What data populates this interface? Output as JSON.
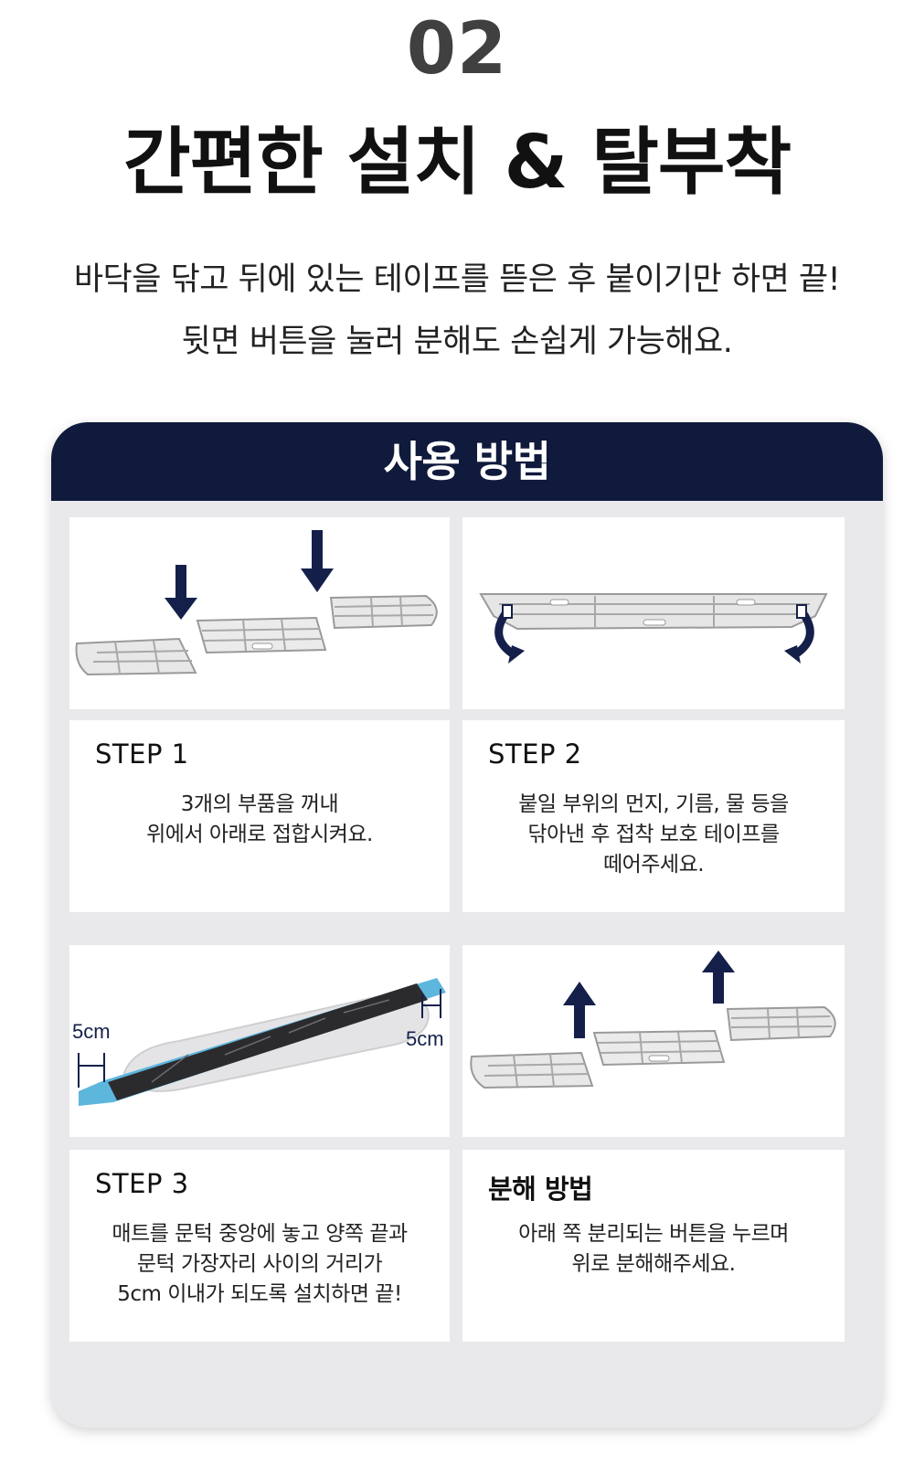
{
  "section": {
    "number": "02",
    "title": "간편한 설치 & 탈부착",
    "intro_lines": [
      "바닥을 닦고 뒤에 있는 테이프를 뜯은 후 붙이기만 하면 끝!",
      "뒷면 버튼을 눌러 분해도 손쉽게 가능해요."
    ]
  },
  "how_to": {
    "header": "사용 방법",
    "steps": [
      {
        "title": "STEP 1",
        "text": "3개의 부품을 꺼내\n위에서 아래로 접합시켜요."
      },
      {
        "title": "STEP 2",
        "text": "붙일 부위의 먼지, 기름, 물 등을\n닦아낸 후 접착 보호 테이프를\n떼어주세요."
      },
      {
        "title": "STEP 3",
        "text": "매트를 문턱 중앙에 놓고 양쪽 끝과\n문턱 가장자리 사이의 거리가\n5cm 이내가 되도록 설치하면 끝!"
      },
      {
        "title": "분해 방법",
        "text": "아래 쪽 분리되는 버튼을 누르며\n위로 분해해주세요."
      }
    ],
    "dimension_labels": {
      "left": "5cm",
      "right": "5cm"
    }
  },
  "colors": {
    "header_bg": "#0f1a3c",
    "card_bg": "#e9e9ec",
    "arrow": "#15204a",
    "tape_blue": "#5db6dc"
  }
}
